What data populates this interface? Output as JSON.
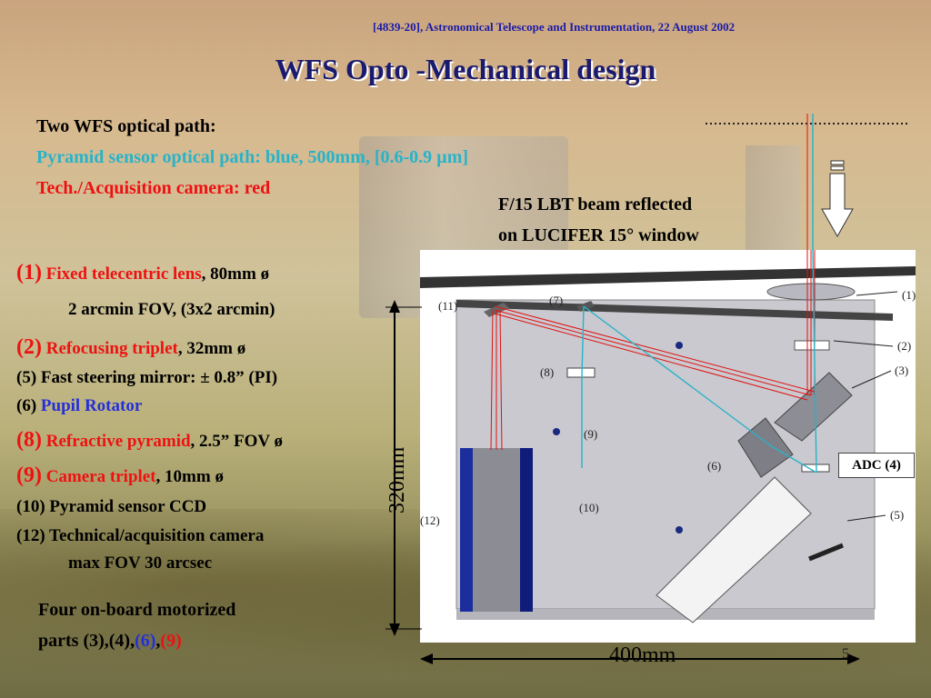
{
  "header": {
    "citation": "[4839-20], Astronomical Telescope and Instrumentation, 22 August 2002",
    "title": "WFS Opto -Mechanical design"
  },
  "intro": {
    "line1": "Two WFS optical path:",
    "line2_label": "Pyramid sensor optical path: ",
    "line2_value": "blue, 500mm, [0.6-0.9 µm]",
    "line3": "Tech./Acquisition camera: red"
  },
  "beam": {
    "line1": "F/15 LBT beam reflected",
    "line2": "on LUCIFER 15° window"
  },
  "components": [
    {
      "num": "(1)",
      "name": "Fixed telecentric lens",
      "detail": ", 80mm ø"
    },
    {
      "detail_line": "2 arcmin FOV, (3x2 arcmin)"
    },
    {
      "num": "(2)",
      "name": "Refocusing triplet",
      "detail": ", 32mm ø"
    },
    {
      "plain": "(5) Fast steering mirror:  ± 0.8” (PI)"
    },
    {
      "num": "(6)",
      "name": "Pupil Rotator"
    },
    {
      "num": "(8)",
      "name": "Refractive pyramid",
      "detail": ", 2.5” FOV ø"
    },
    {
      "num": "(9)",
      "name": "Camera triplet",
      "detail": ", 10mm ø"
    },
    {
      "plain": "(10) Pyramid sensor CCD"
    },
    {
      "plain": "(12) Technical/acquisition camera"
    },
    {
      "plain": "max FOV 30 arcsec"
    }
  ],
  "motorized": {
    "line1": "Four on-board motorized",
    "line2_prefix": "parts (3),(4),",
    "part6": "(6)",
    "comma": ",",
    "part9": "(9)"
  },
  "diagram": {
    "labels": {
      "l1": "(1)",
      "l2": "(2)",
      "l3": "(3)",
      "l5": "(5)",
      "l6": "(6)",
      "l7": "(7)",
      "l8": "(8)",
      "l9": "(9)",
      "l10": "(10)",
      "l11": "(11)",
      "l12": "(12)"
    },
    "adc": "ADC (4)",
    "dim_height": "320mm",
    "dim_width": "400mm"
  },
  "page_number": "5",
  "colors": {
    "title": "#1a1a6e",
    "blue_path": "#29b3c8",
    "red_path": "#e11111",
    "pupil_rotator": "#2530d8"
  }
}
